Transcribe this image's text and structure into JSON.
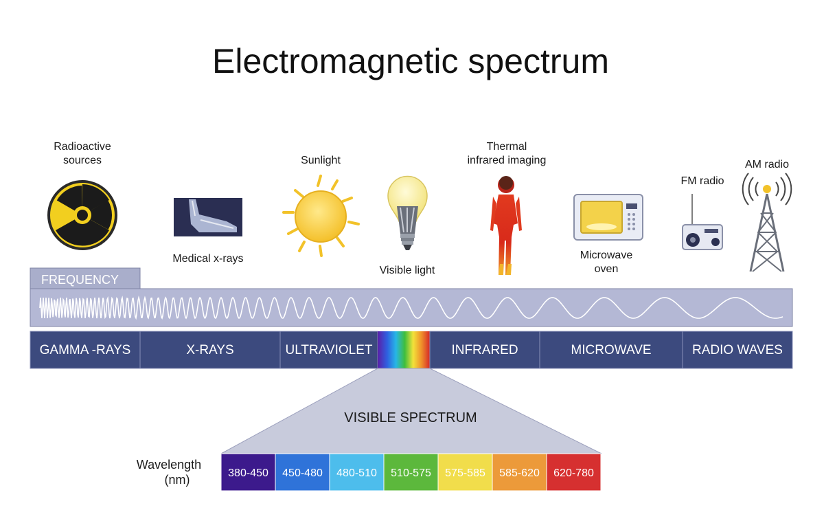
{
  "title": "Electromagnetic spectrum",
  "examples": {
    "radioactive": [
      "Radioactive",
      "sources"
    ],
    "xray": "Medical x-rays",
    "sunlight": "Sunlight",
    "visible": "Visible light",
    "thermal": [
      "Thermal",
      "infrared imaging"
    ],
    "microwave": [
      "Microwave",
      "oven"
    ],
    "fm": "FM radio",
    "am": "AM radio"
  },
  "frequency_label": "FREQUENCY",
  "bands": [
    "GAMMA -RAYS",
    "X-RAYS",
    "ULTRAVIOLET",
    "",
    "INFRARED",
    "MICROWAVE",
    "RADIO WAVES"
  ],
  "visible_spectrum": {
    "title": "VISIBLE SPECTRUM",
    "axis_label": [
      "Wavelength",
      "(nm)"
    ],
    "cells": [
      {
        "label": "380-450",
        "color": "#3c1a8c"
      },
      {
        "label": "450-480",
        "color": "#2f73d9"
      },
      {
        "label": "480-510",
        "color": "#4dbdec"
      },
      {
        "label": "510-575",
        "color": "#5cb83c"
      },
      {
        "label": "575-585",
        "color": "#f1dd4b"
      },
      {
        "label": "585-620",
        "color": "#ec9a3a"
      },
      {
        "label": "620-780",
        "color": "#d63030"
      }
    ]
  },
  "colors": {
    "band_fill": "#3c4a7e",
    "strip_fill": "#b4b8d5",
    "freq_tab": "#a9aecb"
  }
}
